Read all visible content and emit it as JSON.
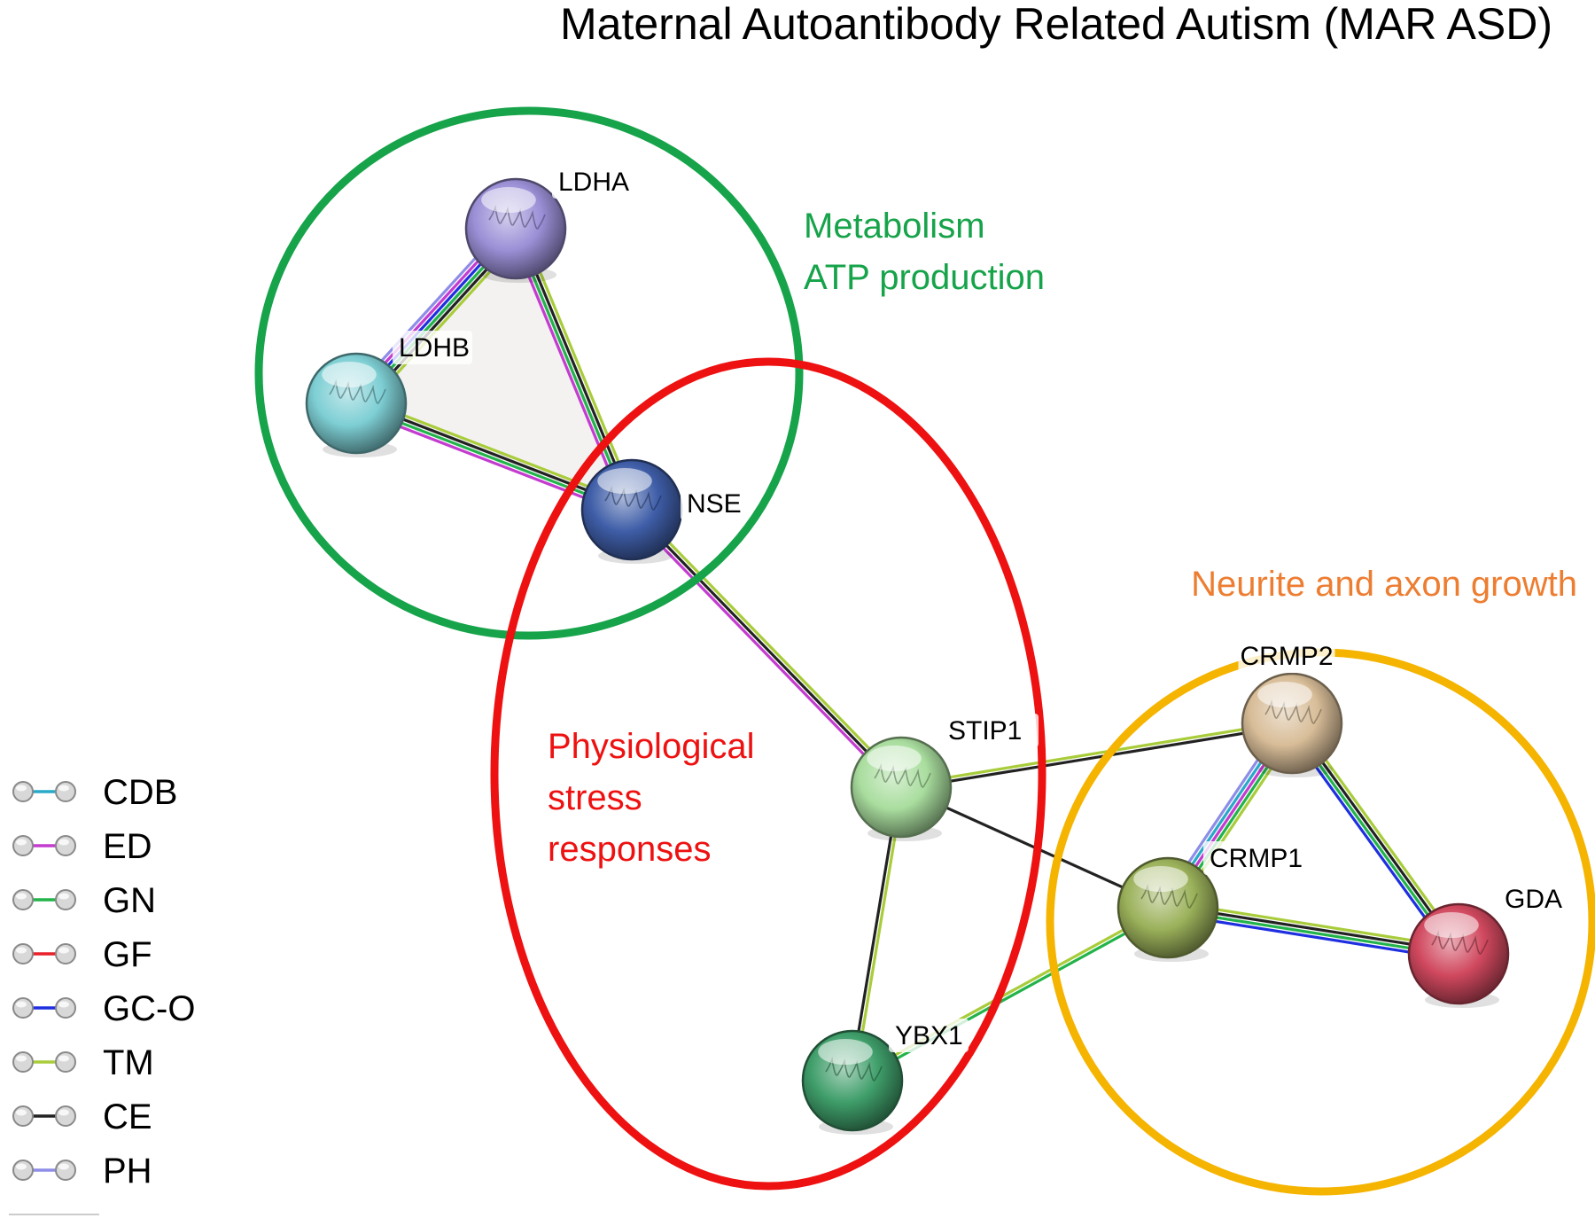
{
  "title": "Maternal Autoantibody Related Autism (MAR ASD)",
  "groups": [
    {
      "id": "metabolism",
      "lines": [
        "Metabolism",
        "ATP production"
      ],
      "color": "#16a34a"
    },
    {
      "id": "stress",
      "lines": [
        "Physiological",
        "stress",
        "responses"
      ],
      "color": "#ee1111"
    },
    {
      "id": "neurite",
      "lines": [
        "Neurite and axon growth"
      ],
      "color": "#f5b400",
      "text_color": "#ed7d31"
    }
  ],
  "nodes": [
    {
      "id": "LDHA",
      "label": "LDHA",
      "color": "#9b8fd6"
    },
    {
      "id": "LDHB",
      "label": "LDHB",
      "color": "#7ecfd4"
    },
    {
      "id": "NSE",
      "label": "NSE",
      "color": "#3f5ea8"
    },
    {
      "id": "STIP1",
      "label": "STIP1",
      "color": "#a9dd9e"
    },
    {
      "id": "YBX1",
      "label": "YBX1",
      "color": "#3f9e6a"
    },
    {
      "id": "CRMP2",
      "label": "CRMP2",
      "color": "#d8bd98"
    },
    {
      "id": "CRMP1",
      "label": "CRMP1",
      "color": "#9bb15a"
    },
    {
      "id": "GDA",
      "label": "GDA",
      "color": "#d0485e"
    }
  ],
  "edges": [
    {
      "from": "LDHA",
      "to": "LDHB",
      "evidence": [
        "TM",
        "CE",
        "GN",
        "GC-O",
        "ED",
        "PH"
      ]
    },
    {
      "from": "LDHA",
      "to": "NSE",
      "evidence": [
        "TM",
        "CE",
        "GN",
        "ED"
      ]
    },
    {
      "from": "LDHB",
      "to": "NSE",
      "evidence": [
        "TM",
        "CE",
        "GN",
        "ED"
      ]
    },
    {
      "from": "NSE",
      "to": "STIP1",
      "evidence": [
        "TM",
        "CE",
        "ED"
      ]
    },
    {
      "from": "STIP1",
      "to": "CRMP2",
      "evidence": [
        "TM",
        "CE"
      ]
    },
    {
      "from": "STIP1",
      "to": "CRMP1",
      "evidence": [
        "CE"
      ]
    },
    {
      "from": "STIP1",
      "to": "YBX1",
      "evidence": [
        "TM",
        "CE"
      ]
    },
    {
      "from": "YBX1",
      "to": "CRMP1",
      "evidence": [
        "TM",
        "GN"
      ]
    },
    {
      "from": "CRMP2",
      "to": "CRMP1",
      "evidence": [
        "TM",
        "GN",
        "ED",
        "CDB",
        "PH"
      ]
    },
    {
      "from": "CRMP2",
      "to": "GDA",
      "evidence": [
        "TM",
        "CE",
        "GN",
        "GC-O"
      ]
    },
    {
      "from": "CRMP1",
      "to": "GDA",
      "evidence": [
        "TM",
        "CE",
        "GN",
        "GC-O"
      ]
    }
  ],
  "legend": [
    {
      "label": "CDB",
      "color": "#29a9c8"
    },
    {
      "label": "ED",
      "color": "#c43bd0"
    },
    {
      "label": "GN",
      "color": "#22b34a"
    },
    {
      "label": "GF",
      "color": "#e8202a"
    },
    {
      "label": "GC-O",
      "color": "#1e2fe0"
    },
    {
      "label": "TM",
      "color": "#a8cc3a"
    },
    {
      "label": "CE",
      "color": "#222222"
    },
    {
      "label": "PH",
      "color": "#8d8de8"
    }
  ]
}
